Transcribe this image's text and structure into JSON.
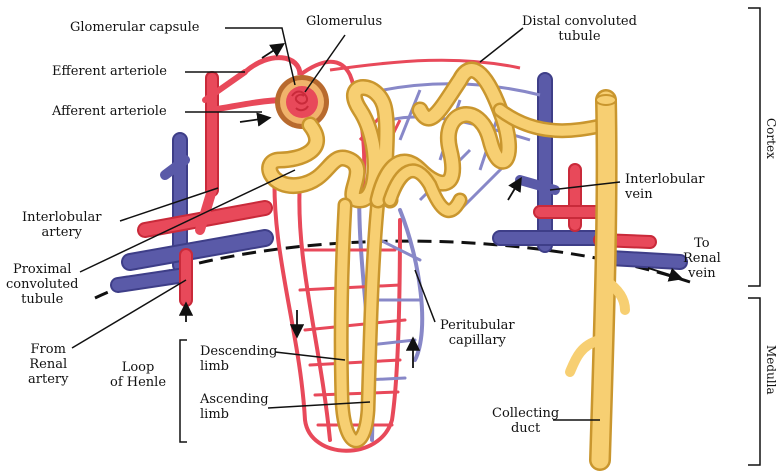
{
  "labels": {
    "glomerular_capsule": "Glomerular capsule",
    "glomerulus": "Glomerulus",
    "distal_tubule": "Distal convoluted\ntubule",
    "efferent_arteriole": "Efferent arteriole",
    "afferent_arteriole": "Afferent arteriole",
    "interlobular_artery": "Interlobular\nartery",
    "proximal_tubule": "Proximal\nconvoluted\ntubule",
    "from_renal_artery": "From\nRenal\nartery",
    "loop_of_henle": "Loop\nof Henle",
    "descending_limb": "Descending\nlimb",
    "ascending_limb": "Ascending\nlimb",
    "peritubular_capillary": "Peritubular\ncapillary",
    "interlobular_vein": "Interlobular\nvein",
    "to_renal_vein": "To\nRenal\nvein",
    "collecting_duct": "Collecting\nduct",
    "cortex": "Cortex",
    "medulla": "Medulla"
  },
  "colors": {
    "artery": "#e8495a",
    "artery_dark": "#c92a3a",
    "vein": "#5a5aa8",
    "vein_dark": "#3e3e88",
    "tubule": "#f7cf72",
    "tubule_edge": "#c9962e",
    "capsule": "#b86a2e",
    "capsule_inner": "#f0b36b"
  }
}
